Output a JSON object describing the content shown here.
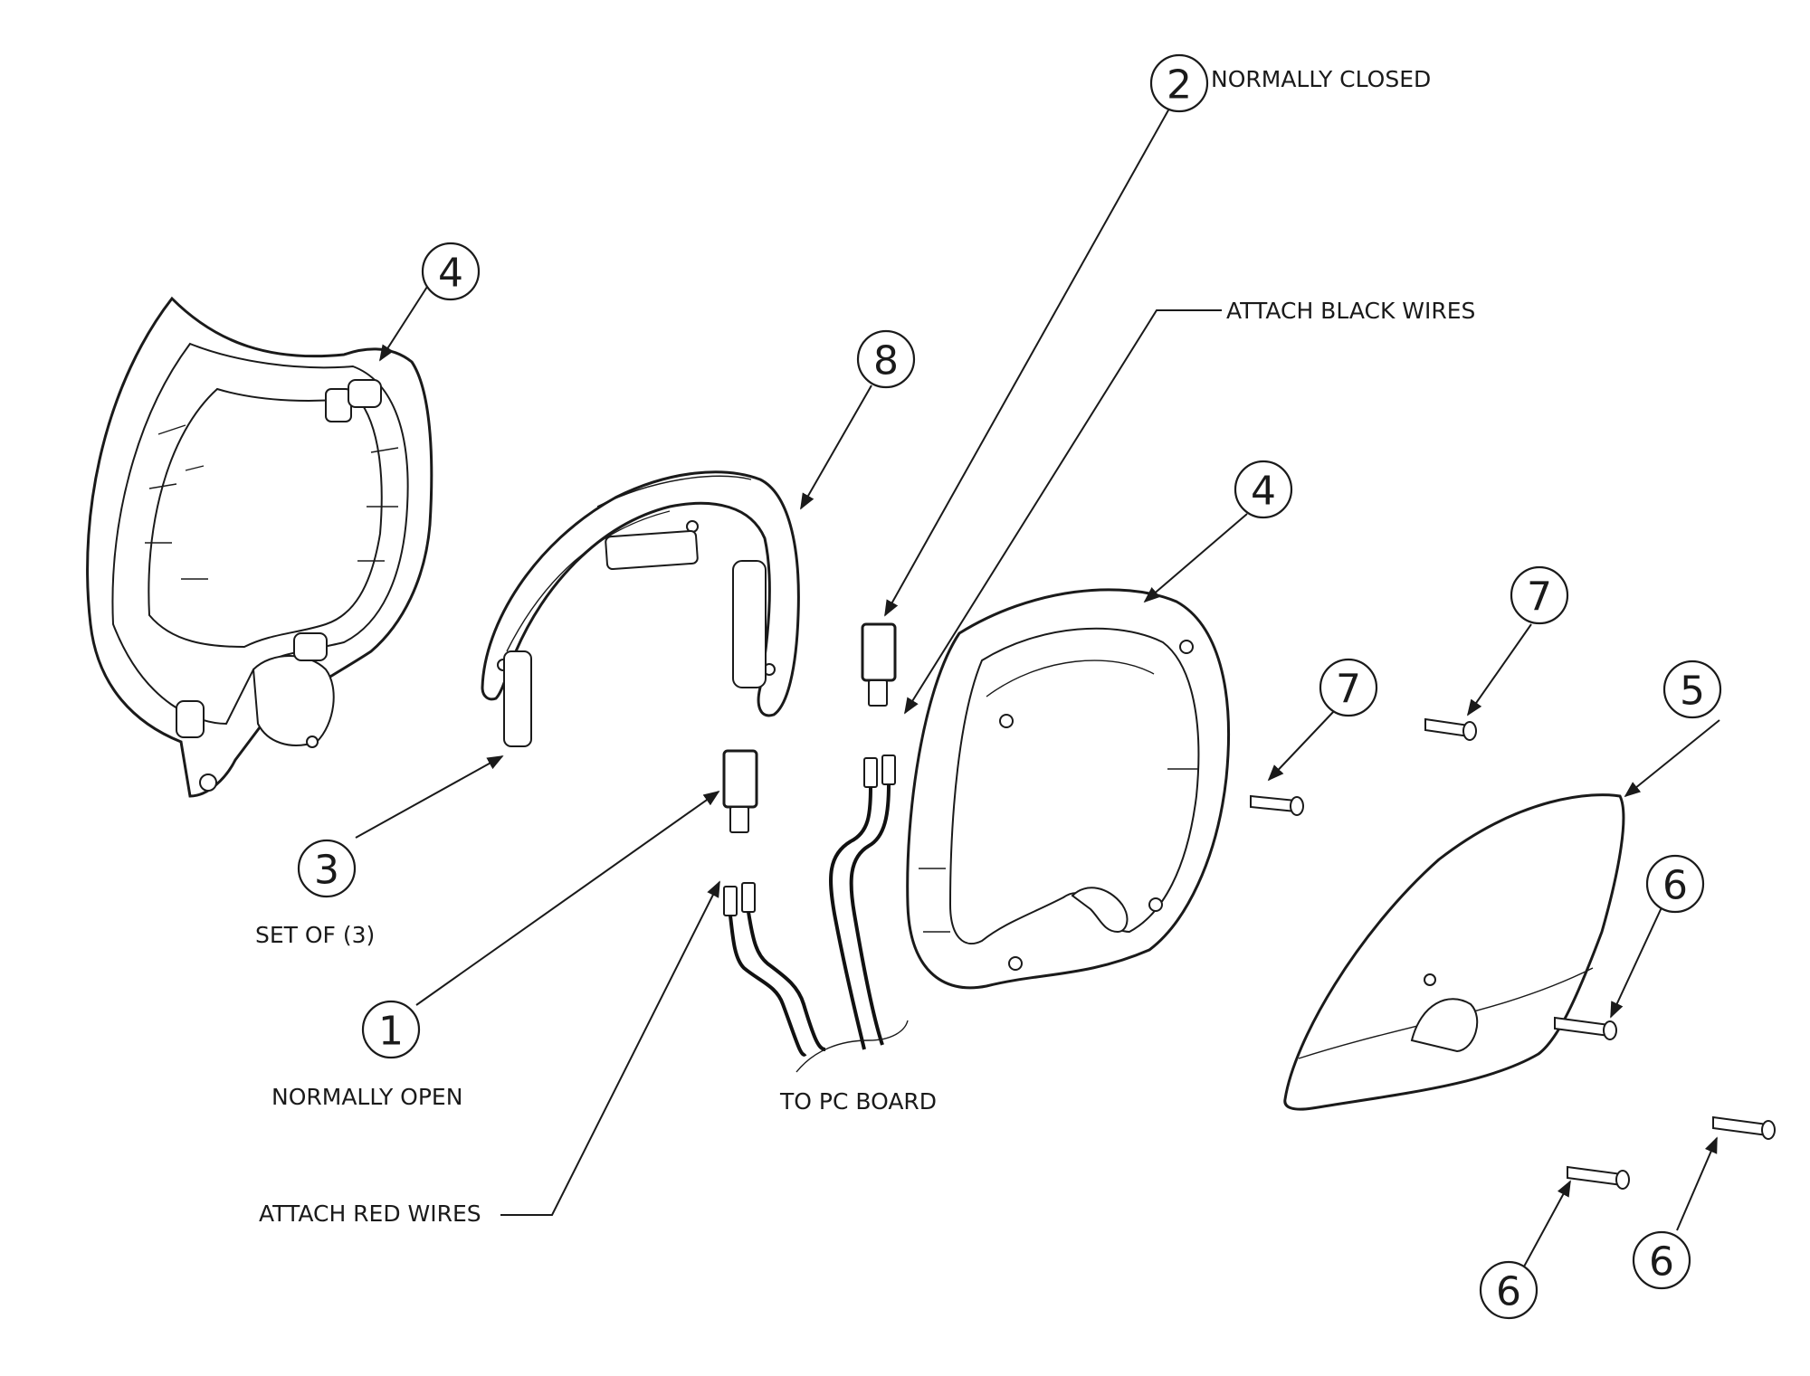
{
  "balloons": {
    "b1": "1",
    "b2": "2",
    "b3": "3",
    "b4_left": "4",
    "b4_right": "4",
    "b5": "5",
    "b6_a": "6",
    "b6_b": "6",
    "b6_c": "6",
    "b7_a": "7",
    "b7_b": "7",
    "b8": "8"
  },
  "notes": {
    "normally_closed": "NORMALLY CLOSED",
    "attach_black_wires": "ATTACH BLACK WIRES",
    "set_of_3": "SET OF (3)",
    "normally_open": "NORMALLY OPEN",
    "to_pc_board": "TO PC BOARD",
    "attach_red_wires": "ATTACH RED WIRES"
  }
}
